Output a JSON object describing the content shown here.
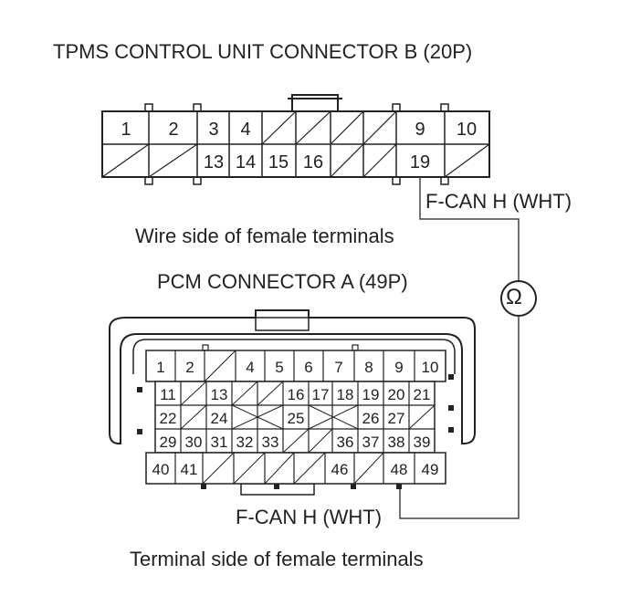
{
  "labels": {
    "tpms_connector_title": "TPMS CONTROL UNIT CONNECTOR B (20P)",
    "tpms_wire_side": "Wire side of female terminals",
    "pcm_connector_title": "PCM CONNECTOR A (49P)",
    "pcm_terminal_side": "Terminal side of female terminals",
    "tpms_wire_label": "F-CAN H (WHT)",
    "pcm_wire_label": "F-CAN H (WHT)",
    "ohmmeter_symbol": "Ω"
  },
  "tpms_connector": {
    "rows": [
      [
        "1",
        "2",
        "3",
        "4",
        "",
        "",
        "",
        "",
        "9",
        "10"
      ],
      [
        "",
        "",
        "13",
        "14",
        "15",
        "16",
        "",
        "",
        "19",
        ""
      ]
    ]
  },
  "pcm_connector": {
    "rows": [
      [
        "1",
        "2",
        "",
        "4",
        "5",
        "6",
        "7",
        "8",
        "9",
        "10"
      ],
      [
        "11",
        "",
        "13",
        "",
        "",
        "16",
        "17",
        "18",
        "19",
        "20",
        "21"
      ],
      [
        "22",
        "",
        "24",
        "",
        "",
        "25",
        "",
        "",
        "26",
        "27",
        ""
      ],
      [
        "29",
        "30",
        "31",
        "32",
        "33",
        "",
        "",
        "36",
        "37",
        "38",
        "39"
      ],
      [
        "40",
        "41",
        "",
        "",
        "",
        "",
        "",
        "46",
        "",
        "48",
        "49"
      ]
    ]
  }
}
